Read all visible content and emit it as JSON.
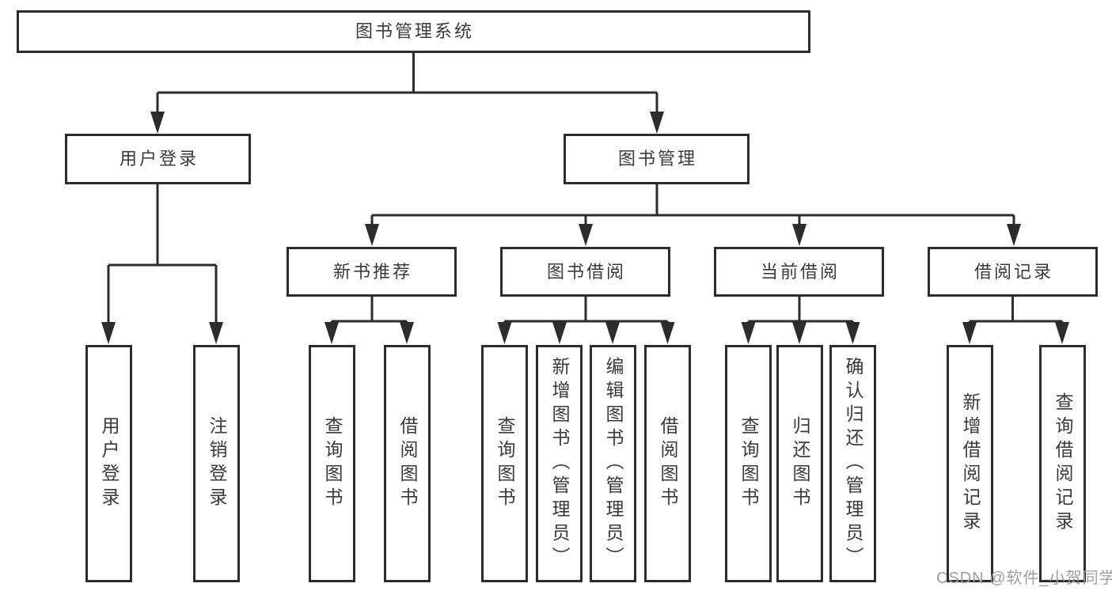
{
  "colors": {
    "line": "#2c2c2c",
    "box_border": "#2c2c2c",
    "text": "#3a3a3a",
    "watermark": "#9f9f9f",
    "background": "#ffffff"
  },
  "tree": {
    "root": {
      "label": "图书管理系统",
      "children": [
        {
          "label": "用户登录",
          "children": [
            {
              "label": "用户登录"
            },
            {
              "label": "注销登录"
            }
          ]
        },
        {
          "label": "图书管理",
          "children": [
            {
              "label": "新书推荐",
              "children": [
                {
                  "label": "查询图书"
                },
                {
                  "label": "借阅图书"
                }
              ]
            },
            {
              "label": "图书借阅",
              "children": [
                {
                  "label": "查询图书"
                },
                {
                  "label": "新增图书（管理员）"
                },
                {
                  "label": "编辑图书（管理员）"
                },
                {
                  "label": "借阅图书"
                }
              ]
            },
            {
              "label": "当前借阅",
              "children": [
                {
                  "label": "查询图书"
                },
                {
                  "label": "归还图书"
                },
                {
                  "label": "确认归还（管理员）"
                }
              ]
            },
            {
              "label": "借阅记录",
              "children": [
                {
                  "label": "新增借阅记录"
                },
                {
                  "label": "查询借阅记录"
                }
              ]
            }
          ]
        }
      ]
    }
  },
  "watermark": {
    "text": "CSDN @软件_小贺同学"
  }
}
